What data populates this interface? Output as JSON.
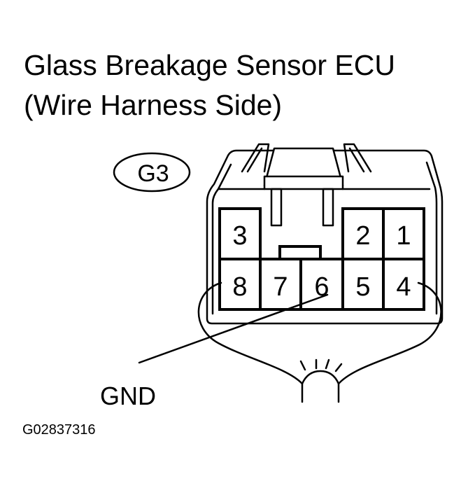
{
  "title": {
    "line1": "Glass Breakage Sensor ECU",
    "line2": "(Wire Harness Side)"
  },
  "connector": {
    "code": "G3",
    "pins_top": [
      "3",
      "2",
      "1"
    ],
    "pins_bottom": [
      "8",
      "7",
      "6",
      "5",
      "4"
    ]
  },
  "callout": {
    "label": "GND",
    "pin": "6"
  },
  "figure_code": "G02837316"
}
